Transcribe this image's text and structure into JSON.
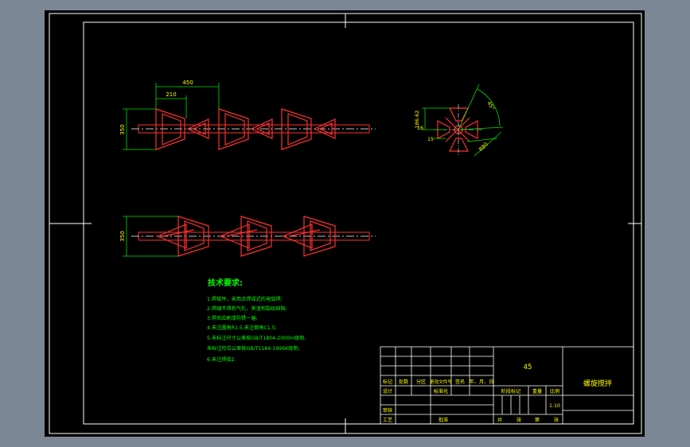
{
  "colors": {
    "background": "#7b8794",
    "sheet": "#000000",
    "frame": "#ffffff",
    "part": "#ff3030",
    "centerline": "#ffffff",
    "dimension": "#00e000",
    "notes": "#00ff00",
    "dimension_text": "#ffff00",
    "title_text": "#ffff00"
  },
  "dimensions": {
    "front_overall_length": "450",
    "front_blade_width": "210",
    "front_height": "350",
    "bottom_height": "350",
    "side_height": "186.62",
    "side_angle": "45°",
    "side_small": "16",
    "side_hub": "15",
    "side_radius": "R80"
  },
  "notes": {
    "heading": "技术要求:",
    "lines": [
      "1.焊接件，采用点焊成式的电弧焊;",
      "2.焊缝不得有气孔、夹渣和裂纹缺陷;",
      "3.焊后应刷漆防锈一遍;",
      "4.未注圆角R1.5,未注倒角C1.5;",
      "5.未标注尺寸公差按GB/T1804-2000m级制,",
      "  未标注形位公差按GB/T1184-1996K级制;",
      "6.未注焊接2."
    ]
  },
  "title_block": {
    "material": "45",
    "part_name": "螺旋搅拌",
    "headers": [
      "标记",
      "处数",
      "分区",
      "更改文件号",
      "签名",
      "年、月、日"
    ],
    "designer": "设计",
    "standardization": "标准化",
    "checker": "审核",
    "process": "工艺",
    "approve": "批准",
    "stage_mark": "阶段标记",
    "weight": "重量",
    "scale_label": "比例",
    "scale_value": "1:10",
    "sheets_total": "共",
    "sheets_unit": "张",
    "sheet_no": "第",
    "sheet_unit": "张"
  }
}
